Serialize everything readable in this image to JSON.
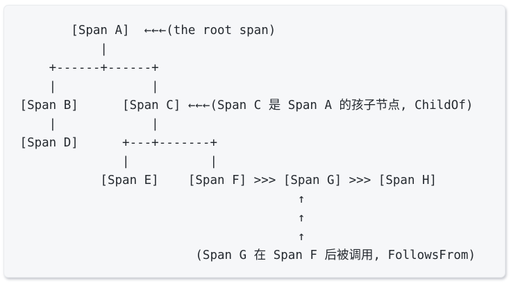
{
  "diagram": {
    "kind": "ascii-span-tree",
    "colors": {
      "page_background": "#ffffff",
      "block_background": "#f6f7f9",
      "block_border": "#e9ebee",
      "text": "#24292f"
    },
    "span_labels": [
      "[Span A]",
      "[Span B]",
      "[Span C]",
      "[Span D]",
      "[Span E]",
      "[Span F]",
      "[Span G]",
      "[Span H]"
    ],
    "annotations": {
      "root": "←←←(the root span)",
      "child_of": "←←←(Span C 是 Span A 的孩子节点, ChildOf)",
      "follows_from": "(Span G 在 Span F 后被调用, FollowsFrom)"
    },
    "lines": [
      "        [Span A]  ←←←(the root span)",
      "            |",
      "     +------+------+",
      "     |             |",
      " [Span B]      [Span C] ←←←(Span C 是 Span A 的孩子节点, ChildOf)",
      "     |             |",
      " [Span D]      +---+-------+",
      "               |           |",
      "            [Span E]    [Span F] >>> [Span G] >>> [Span H]",
      "                                       ↑",
      "                                       ↑",
      "                                       ↑",
      "                         (Span G 在 Span F 后被调用, FollowsFrom)"
    ]
  }
}
